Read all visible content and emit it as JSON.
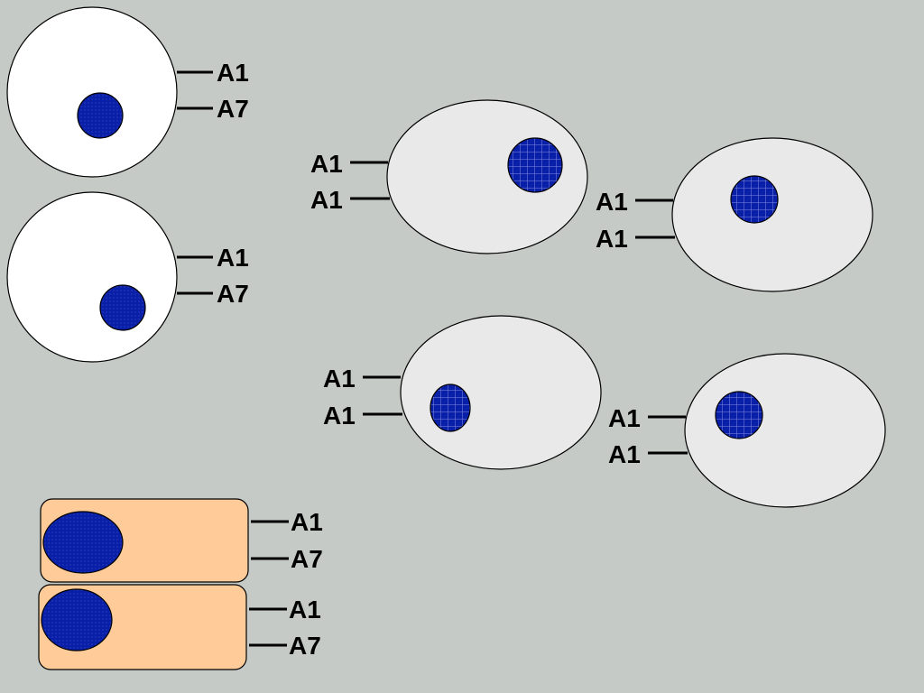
{
  "colors": {
    "background": "#c5cac6",
    "white_cell": "#ffffff",
    "oval_cell": "#e9e9e9",
    "rect_cell": "#ffcc99",
    "nucleus": "#0a1fa8",
    "nucleus_grid": "#7f8ce0",
    "outline": "#000000"
  },
  "cells": [
    {
      "shape": "circle",
      "nucleus_pattern": "solid",
      "labels": [
        "A1",
        "A7"
      ]
    },
    {
      "shape": "circle",
      "nucleus_pattern": "solid",
      "labels": [
        "A1",
        "A7"
      ]
    },
    {
      "shape": "oval",
      "nucleus_pattern": "grid",
      "labels": [
        "A1",
        "A1"
      ]
    },
    {
      "shape": "oval",
      "nucleus_pattern": "grid",
      "labels": [
        "A1",
        "A1"
      ]
    },
    {
      "shape": "oval",
      "nucleus_pattern": "grid",
      "labels": [
        "A1",
        "A1"
      ]
    },
    {
      "shape": "oval",
      "nucleus_pattern": "grid",
      "labels": [
        "A1",
        "A1"
      ]
    },
    {
      "shape": "rect",
      "nucleus_pattern": "solid",
      "labels": [
        "A1",
        "A7"
      ]
    },
    {
      "shape": "rect",
      "nucleus_pattern": "solid",
      "labels": [
        "A1",
        "A7"
      ]
    }
  ]
}
